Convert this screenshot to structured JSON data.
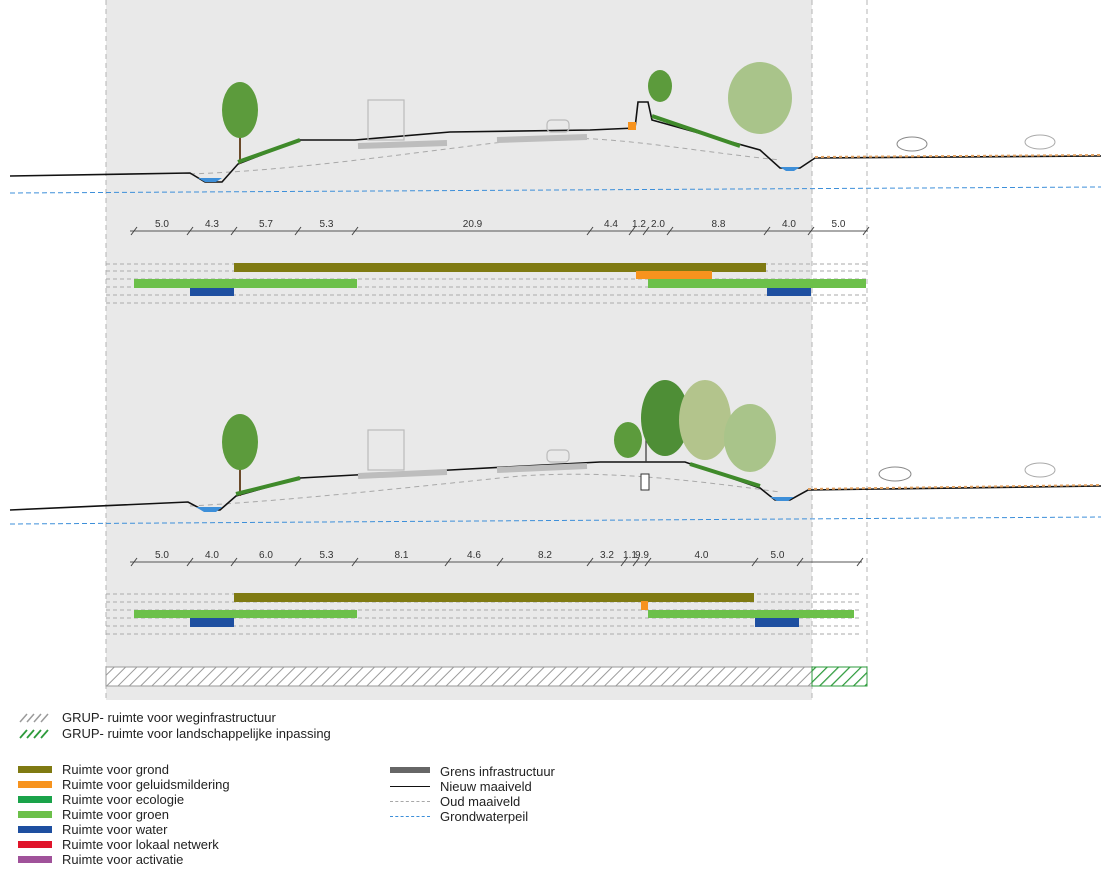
{
  "colors": {
    "grond": "#7f7a12",
    "geluid": "#f7931e",
    "ecologie": "#1aa34a",
    "groen": "#6cc04a",
    "water": "#1e4fa0",
    "lokaal": "#e0142a",
    "activatie": "#a0529a",
    "band": "#e9e9e9",
    "ground_line": "#111111",
    "old_ground": "#a8a8a8",
    "groundwater": "#3d8fd9",
    "hatch_road": "#9a9a9a",
    "hatch_landscape": "#2e9b3c"
  },
  "section_top": {
    "dimensions": [
      "5.0",
      "4.3",
      "5.7",
      "5.3",
      "20.9",
      "4.4",
      "1.2",
      "2.0",
      "8.8",
      "4.0",
      "5.0"
    ]
  },
  "section_bottom": {
    "dimensions": [
      "5.0",
      "4.0",
      "6.0",
      "5.3",
      "8.1",
      "4.6",
      "8.2",
      "3.2",
      "1.1",
      "9.9",
      "4.0",
      "5.0"
    ]
  },
  "legend_hatch": [
    {
      "label": "GRUP- ruimte voor weginfrastructuur",
      "icon": "hatch-grey-icon"
    },
    {
      "label": "GRUP- ruimte voor landschappelijke inpassing",
      "icon": "hatch-green-icon"
    }
  ],
  "legend_space": [
    {
      "label": "Ruimte voor grond",
      "color": "#7f7a12"
    },
    {
      "label": "Ruimte voor geluidsmildering",
      "color": "#f7931e"
    },
    {
      "label": "Ruimte voor ecologie",
      "color": "#1aa34a"
    },
    {
      "label": "Ruimte voor groen",
      "color": "#6cc04a"
    },
    {
      "label": "Ruimte voor water",
      "color": "#1e4fa0"
    },
    {
      "label": "Ruimte voor lokaal netwerk",
      "color": "#e0142a"
    },
    {
      "label": "Ruimte voor activatie",
      "color": "#a0529a"
    }
  ],
  "legend_lines": [
    {
      "label": "Grens infrastructuur",
      "icon": "thick-grey-line-icon"
    },
    {
      "label": "Nieuw maaiveld",
      "icon": "black-line-icon"
    },
    {
      "label": "Oud maaiveld",
      "icon": "dashed-grey-line-icon"
    },
    {
      "label": "Grondwaterpeil",
      "icon": "dashed-blue-line-icon"
    }
  ]
}
